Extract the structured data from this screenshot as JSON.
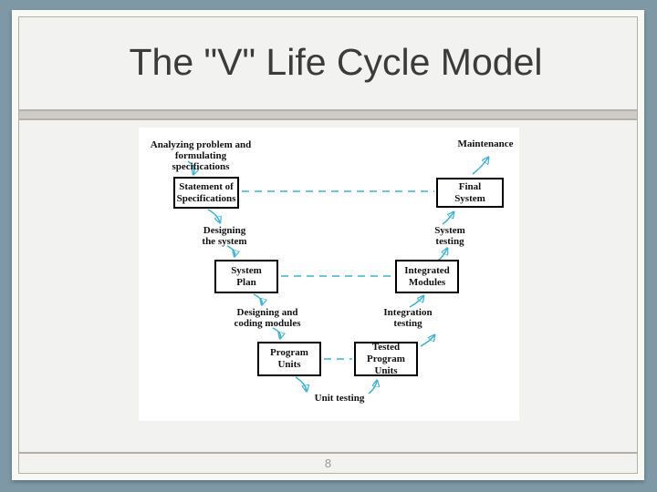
{
  "slide": {
    "title": "The \"V\" Life Cycle Model",
    "page_number": "8"
  },
  "colors": {
    "background": "#7e98a5",
    "slide_background": "#f2f2f0",
    "frame_white": "#f8f8f5",
    "frame_line": "#b2b0a9",
    "title_text": "#3b3b3b",
    "arrow_accent": "#3eb1d2",
    "box_border": "#000000",
    "page_number": "#98989a"
  },
  "diagram": {
    "boxes": {
      "statement": {
        "line1": "Statement of",
        "line2": "Specifications"
      },
      "final": {
        "line1": "Final",
        "line2": "System"
      },
      "system_plan": {
        "line1": "System",
        "line2": "Plan"
      },
      "integrated": {
        "line1": "Integrated",
        "line2": "Modules"
      },
      "program_units": {
        "line1": "Program",
        "line2": "Units"
      },
      "tested": {
        "line1": "Tested",
        "line2": "Program Units"
      }
    },
    "labels": {
      "analyzing": {
        "line1": "Analyzing problem and",
        "line2": "formulating specifications"
      },
      "maintenance": {
        "text": "Maintenance"
      },
      "designing_system": {
        "line1": "Designing",
        "line2": "the system"
      },
      "system_testing": {
        "line1": "System",
        "line2": "testing"
      },
      "designing_coding": {
        "line1": "Designing and",
        "line2": "coding modules"
      },
      "integration_testing": {
        "line1": "Integration",
        "line2": "testing"
      },
      "unit_testing": {
        "text": "Unit testing"
      }
    }
  }
}
